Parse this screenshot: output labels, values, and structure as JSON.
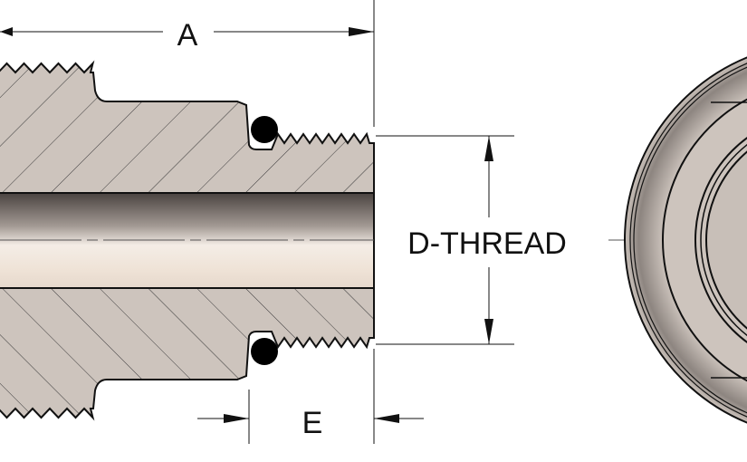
{
  "dimensions": {
    "a_label": "A",
    "d_label": "D-THREAD",
    "e_label": "E"
  },
  "colors": {
    "section_fill": "#cdc4bd",
    "outline": "#111111",
    "oring": "#000000"
  }
}
